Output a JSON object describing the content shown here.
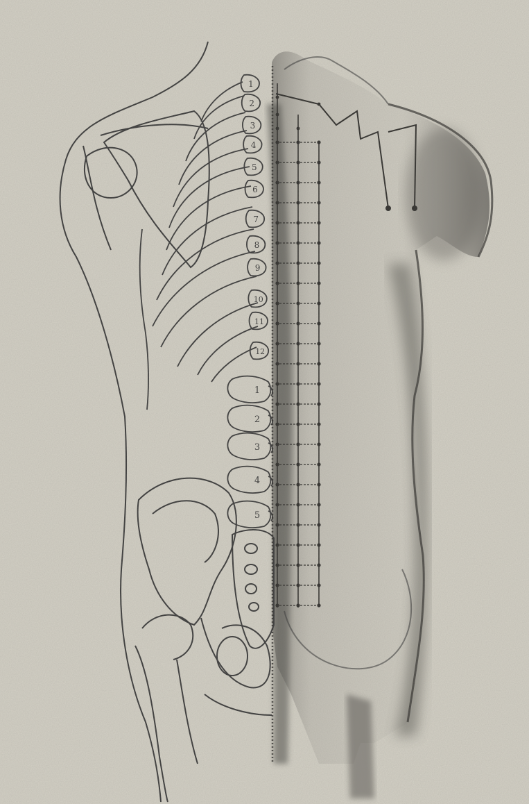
{
  "thoracic_labels": [
    "1",
    "2",
    "3",
    "4",
    "5",
    "6",
    "7",
    "8",
    "9",
    "10",
    "11",
    "12"
  ],
  "lumbar_labels": [
    "1",
    "2",
    "3",
    "4",
    "5"
  ],
  "colors": {
    "paper": "#d4d1c6",
    "ink": "#3a3a3a",
    "shade": "#6d6b66"
  }
}
